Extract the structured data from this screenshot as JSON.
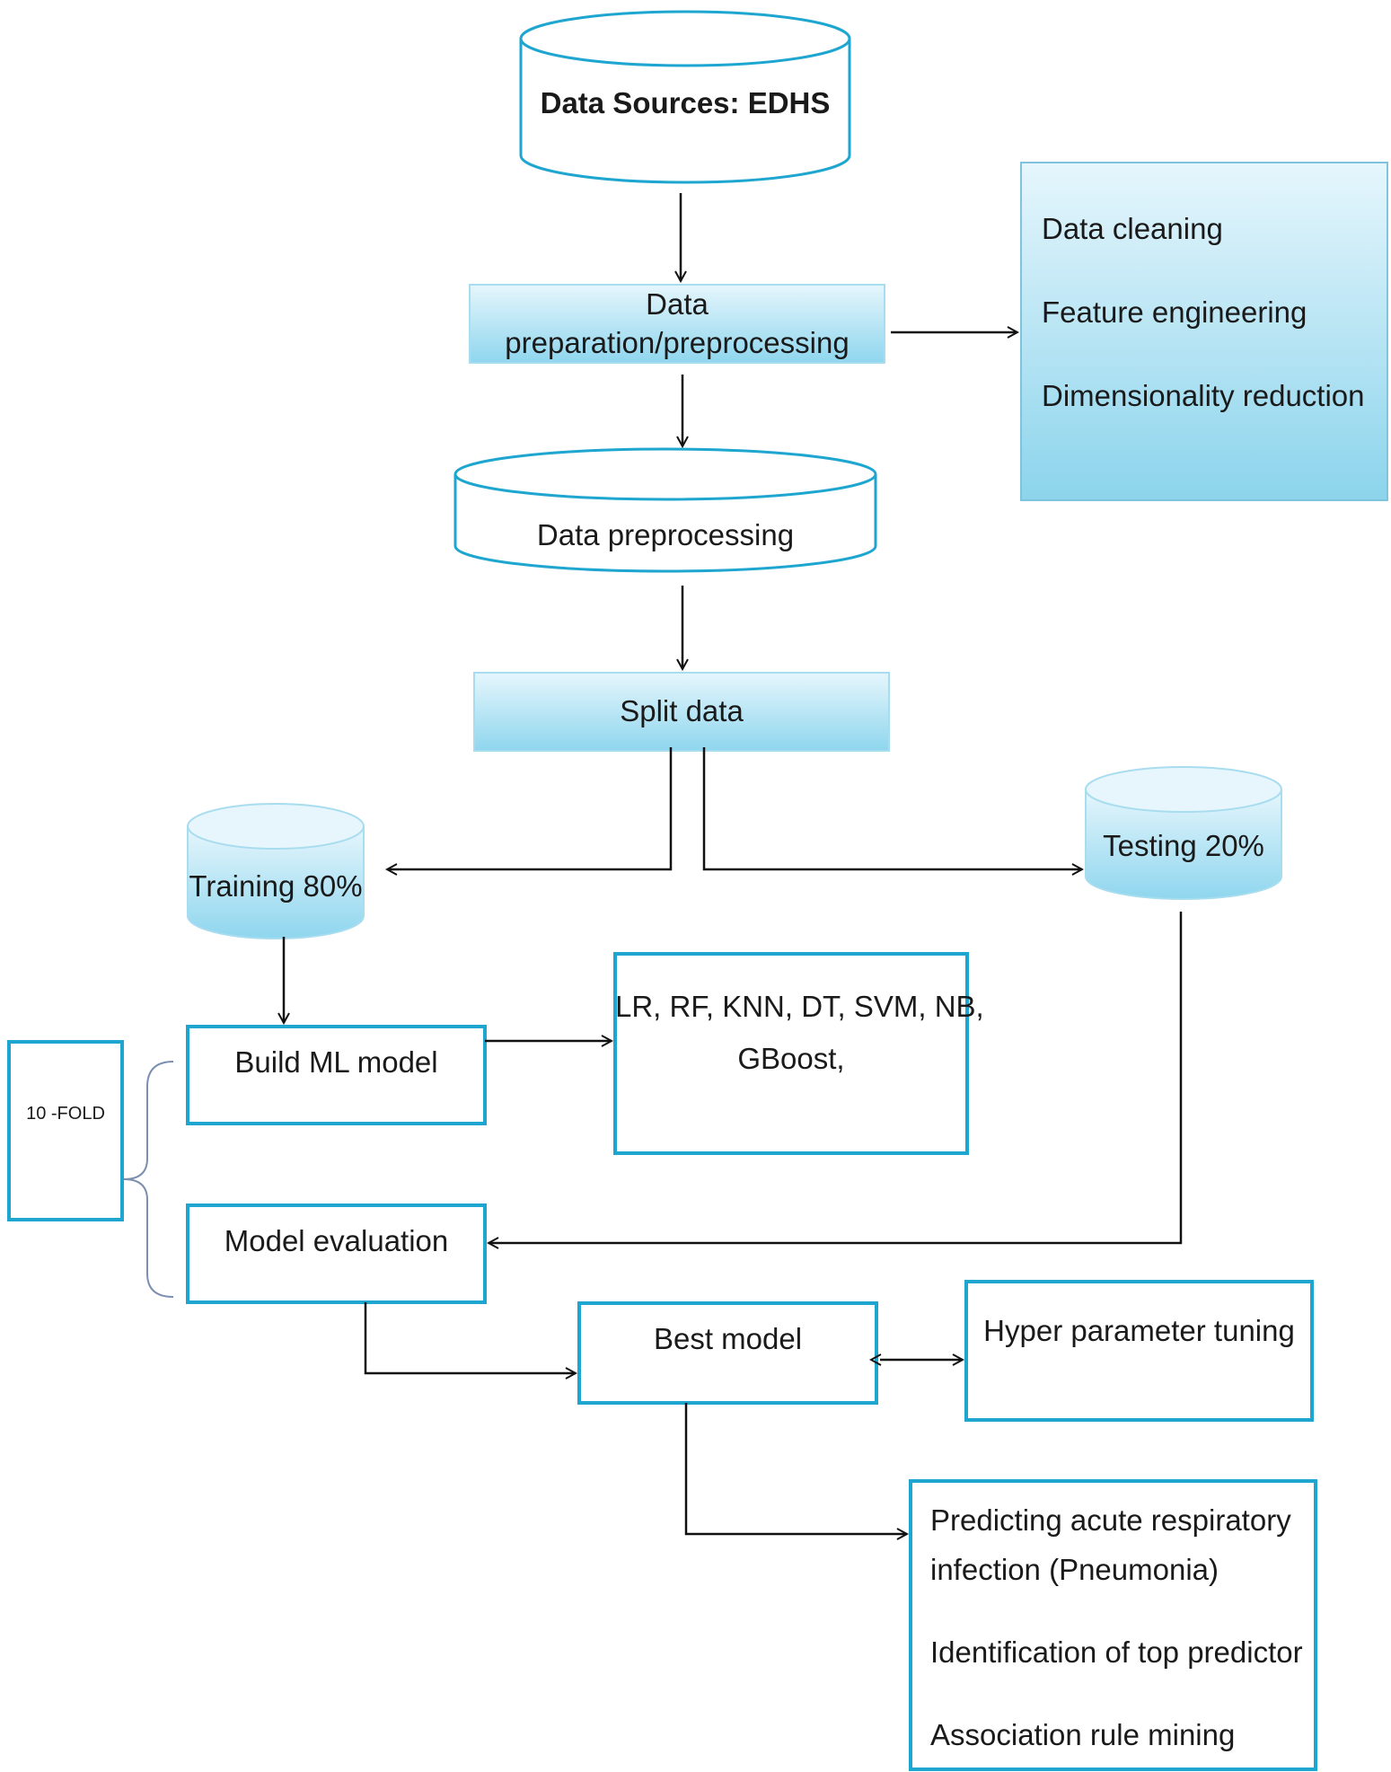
{
  "nodes": {
    "data_sources": "Data Sources: EDHS",
    "data_preparation": "Data preparation/preprocessing",
    "preparation_steps": [
      "Data cleaning",
      "Feature engineering",
      "Dimensionality reduction"
    ],
    "data_preprocessing": "Data preprocessing",
    "split_data": "Split data",
    "training": "Training 80%",
    "testing": "Testing 20%",
    "build_model": "Build ML model",
    "algorithms": [
      "LR, RF, KNN, DT, SVM, NB,",
      "GBoost,"
    ],
    "ten_fold": "10 -FOLD",
    "model_evaluation": "Model evaluation",
    "best_model": "Best model",
    "hyper_tuning": "Hyper parameter tuning",
    "outcomes": [
      "Predicting acute respiratory",
      "infection (Pneumonia)",
      "Identification of top predictor",
      "Association rule mining"
    ]
  },
  "colors": {
    "cyan_stroke": "#1ea6d1",
    "cyan_fill_light": "#e8f7fc",
    "cyan_fill_dark": "#8fd6ee",
    "arrow": "#111111",
    "brace": "#7b8fb0"
  }
}
